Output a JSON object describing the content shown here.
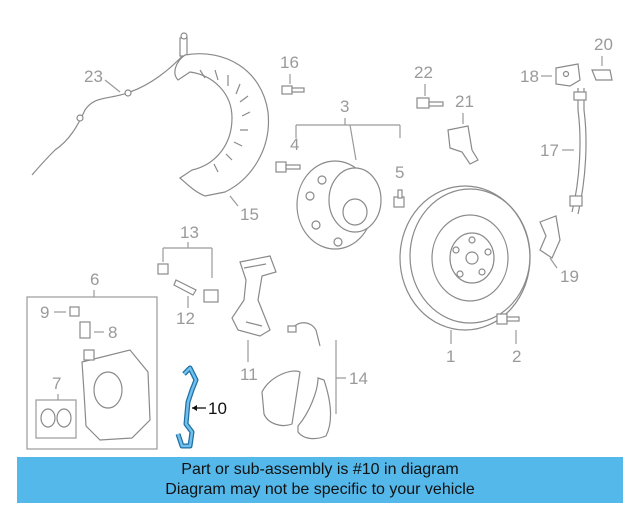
{
  "diagram": {
    "callouts": {
      "c1": "1",
      "c2": "2",
      "c3": "3",
      "c4": "4",
      "c5": "5",
      "c6": "6",
      "c7": "7",
      "c8": "8",
      "c9": "9",
      "c10": "10",
      "c11": "11",
      "c12": "12",
      "c13": "13",
      "c14": "14",
      "c15": "15",
      "c16": "16",
      "c17": "17",
      "c18": "18",
      "c19": "19",
      "c20": "20",
      "c21": "21",
      "c22": "22",
      "c23": "23"
    },
    "highlight_part": "10"
  },
  "banner": {
    "line1": "Part or sub-assembly is #10 in diagram",
    "line2": "Diagram may not be specific to your vehicle",
    "background_color": "#55b8ea"
  },
  "colors": {
    "line_art": "#8a8a8a",
    "highlight": "#4aa3d8"
  }
}
